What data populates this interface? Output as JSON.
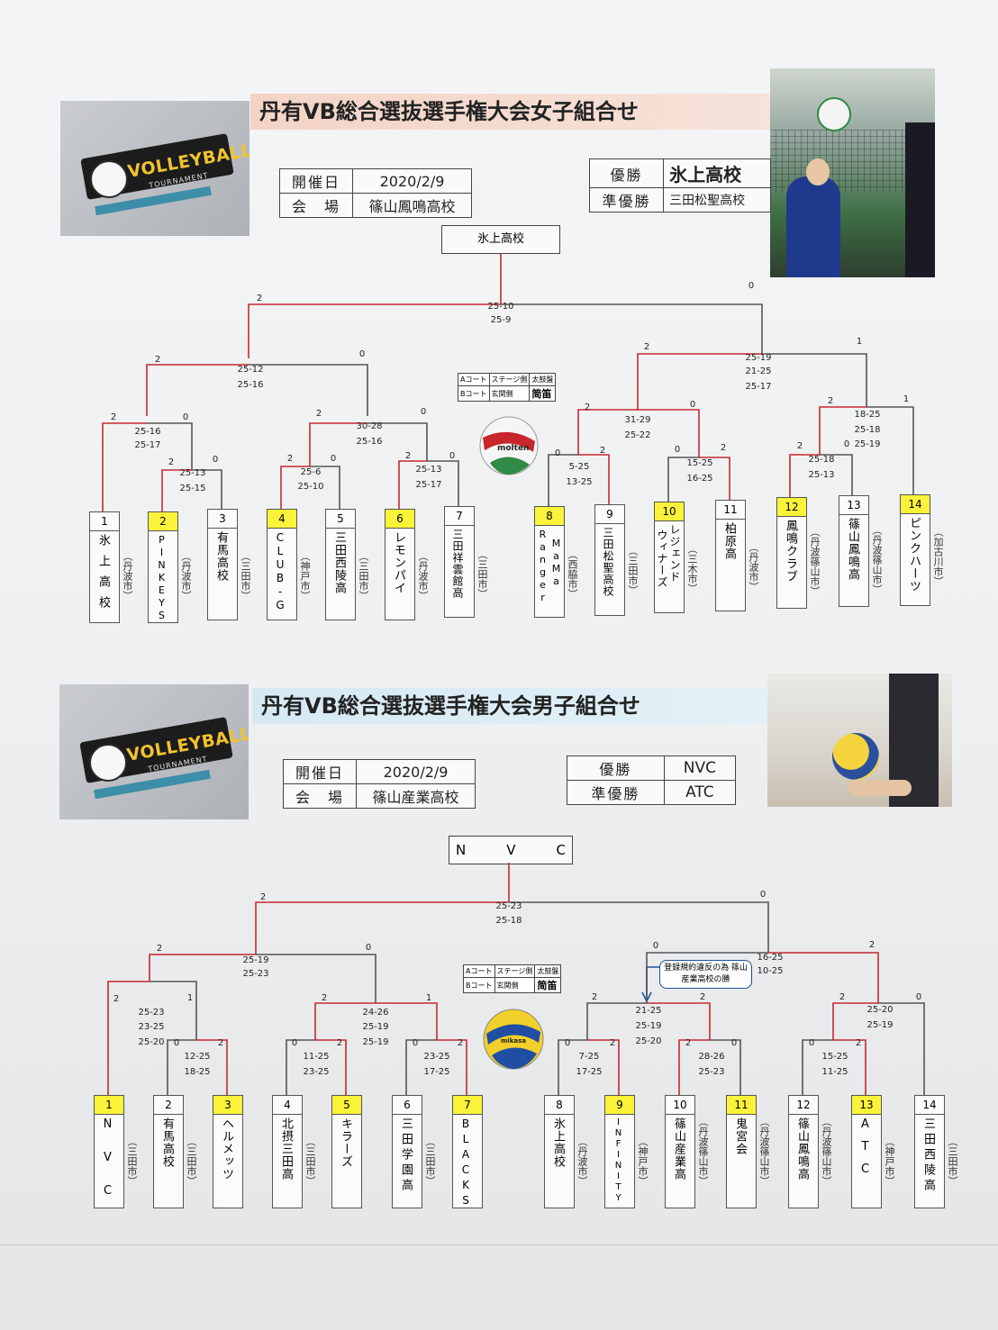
{
  "legend": {
    "a_court": "Aコート",
    "a_side": "ステージ側",
    "a_drum": "太鼓盤",
    "b_court": "Bコート",
    "b_side": "玄関側",
    "b_drum": "简笛"
  },
  "logo": {
    "word": "VOLLEYBALL",
    "sub": "TOURNAMENT"
  },
  "women": {
    "title": "丹有VB総合選抜選手権大会女子組合せ",
    "date_label": "開催日",
    "date": "2020/2/9",
    "venue_label": "会　場",
    "venue": "篠山鳳鳴高校",
    "win_label": "優勝",
    "winner": "氷上高校",
    "runner_label": "準優勝",
    "runner_up": "三田松聖高校",
    "champion_box": "氷上高校",
    "ball_brand": "molten",
    "teams": [
      {
        "seed": "1",
        "name": "氷上高校",
        "city": "（丹波市）"
      },
      {
        "seed": "2",
        "name": "PINKEYS",
        "city": "（丹波市）"
      },
      {
        "seed": "3",
        "name": "有馬高校",
        "city": "（三田市）"
      },
      {
        "seed": "4",
        "name": "CLUB-G",
        "city": "（神戸市）"
      },
      {
        "seed": "5",
        "name": "三田西陵高",
        "city": "（三田市）"
      },
      {
        "seed": "6",
        "name": "レモンパイ",
        "city": "（丹波市）"
      },
      {
        "seed": "7",
        "name": "三田祥雲館高",
        "city": "（三田市）"
      },
      {
        "seed": "8",
        "name": "Ranger",
        "name2": "MaMa",
        "city": "（西脇市）"
      },
      {
        "seed": "9",
        "name": "三田松聖高校",
        "city": "（三田市）"
      },
      {
        "seed": "10",
        "name": "レジェンド",
        "name2": "ウィナーズ",
        "city": "（三木市）"
      },
      {
        "seed": "11",
        "name": "柏原高",
        "city": "（丹波市）"
      },
      {
        "seed": "12",
        "name": "鳳鳴クラブ",
        "city": "（丹波篠山市）"
      },
      {
        "seed": "13",
        "name": "篠山鳳鳴高",
        "city": "（丹波篠山市）"
      },
      {
        "seed": "14",
        "name": "ピンクハーツ",
        "city": "（加古川市）"
      }
    ],
    "scores": {
      "final": [
        "25-10",
        "25-9"
      ],
      "final_l": "2",
      "final_r": "0",
      "sf1": [
        "25-12",
        "25-16"
      ],
      "sf1_l": "2",
      "sf1_r": "0",
      "sf2": [
        "25-19",
        "21-25",
        "25-17"
      ],
      "sf2_l": "2",
      "sf2_r": "1",
      "qa": [
        "25-16",
        "25-17"
      ],
      "qa_l": "2",
      "qa_r": "0",
      "qb": [
        "30-28",
        "25-16"
      ],
      "qb_l": "2",
      "qb_r": "0",
      "qc": [
        "31-29",
        "25-22"
      ],
      "qc_l": "2",
      "qc_r": "0",
      "qd": [
        "18-25",
        "25-18",
        "25-19"
      ],
      "qd_l": "2",
      "qd_r": "1",
      "r23": [
        "25-13",
        "25-15"
      ],
      "r23_l": "2",
      "r23_r": "0",
      "r45": [
        "25-6",
        "25-10"
      ],
      "r45_l": "2",
      "r45_r": "0",
      "r67": [
        "25-13",
        "25-17"
      ],
      "r67_l": "2",
      "r67_r": "0",
      "r89": [
        "5-25",
        "13-25"
      ],
      "r89_l": "0",
      "r89_r": "2",
      "r1011": [
        "15-25",
        "16-25"
      ],
      "r1011_l": "0",
      "r1011_r": "2",
      "r1213": [
        "25-18",
        "25-13"
      ],
      "r1213_l": "2",
      "r1213_r": "0"
    }
  },
  "men": {
    "title": "丹有VB総合選抜選手権大会男子組合せ",
    "date_label": "開催日",
    "date": "2020/2/9",
    "venue_label": "会　場",
    "venue": "篠山産業高校",
    "win_label": "優勝",
    "winner": "NVC",
    "runner_label": "準優勝",
    "runner_up": "ATC",
    "champion_box": "N　　　V　　　C",
    "note": "登録規約違反の為 篠山産業高校の勝",
    "ball_brand": "mikasa",
    "teams": [
      {
        "seed": "1",
        "name": "NVC",
        "city": "（三田市）"
      },
      {
        "seed": "2",
        "name": "有馬高校",
        "city": "（三田市）"
      },
      {
        "seed": "3",
        "name": "ヘルメッツ",
        "city": ""
      },
      {
        "seed": "4",
        "name": "北摂三田高",
        "city": "（三田市）"
      },
      {
        "seed": "5",
        "name": "キラーズ",
        "city": ""
      },
      {
        "seed": "6",
        "name": "三田学園高",
        "city": "（三田市）"
      },
      {
        "seed": "7",
        "name": "BLACKS",
        "city": ""
      },
      {
        "seed": "8",
        "name": "氷上高校",
        "city": "（丹波市）"
      },
      {
        "seed": "9",
        "name": "INFINITY",
        "city": "（神戸市）"
      },
      {
        "seed": "10",
        "name": "篠山産業高",
        "city": "（丹波篠山市）"
      },
      {
        "seed": "11",
        "name": "鬼宮会",
        "city": "（丹波篠山市）"
      },
      {
        "seed": "12",
        "name": "篠山鳳鳴高",
        "city": "（丹波篠山市）"
      },
      {
        "seed": "13",
        "name": "ATC",
        "city": "（神戸市）"
      },
      {
        "seed": "14",
        "name": "三田西陵高",
        "city": "（三田市）"
      }
    ],
    "scores": {
      "final": [
        "25-23",
        "25-18"
      ],
      "final_l": "2",
      "final_r": "0",
      "sf1": [
        "25-19",
        "25-23"
      ],
      "sf1_l": "2",
      "sf1_r": "0",
      "sf2": [
        "16-25",
        "10-25"
      ],
      "sf2_l": "0",
      "sf2_r": "2",
      "qa": [
        "25-23",
        "23-25",
        "25-20"
      ],
      "qa_l": "2",
      "qa_r": "1",
      "qb": [
        "24-26",
        "25-19",
        "25-19"
      ],
      "qb_l": "2",
      "qb_r": "1",
      "qc": [
        "21-25",
        "25-19",
        "25-20"
      ],
      "qc_l": "2",
      "qc_r": "2",
      "qd": [
        "25-20",
        "25-19"
      ],
      "qd_l": "2",
      "qd_r": "0",
      "r23": [
        "12-25",
        "18-25"
      ],
      "r23_l": "0",
      "r23_r": "2",
      "r45": [
        "11-25",
        "23-25"
      ],
      "r45_l": "0",
      "r45_r": "2",
      "r67": [
        "23-25",
        "17-25"
      ],
      "r67_l": "0",
      "r67_r": "2",
      "r89": [
        "7-25",
        "17-25"
      ],
      "r89_l": "0",
      "r89_r": "2",
      "r1011": [
        "28-26",
        "25-23"
      ],
      "r1011_l": "2",
      "r1011_r": "0",
      "r1213": [
        "15-25",
        "11-25"
      ],
      "r1213_l": "0",
      "r1213_r": "2"
    }
  }
}
